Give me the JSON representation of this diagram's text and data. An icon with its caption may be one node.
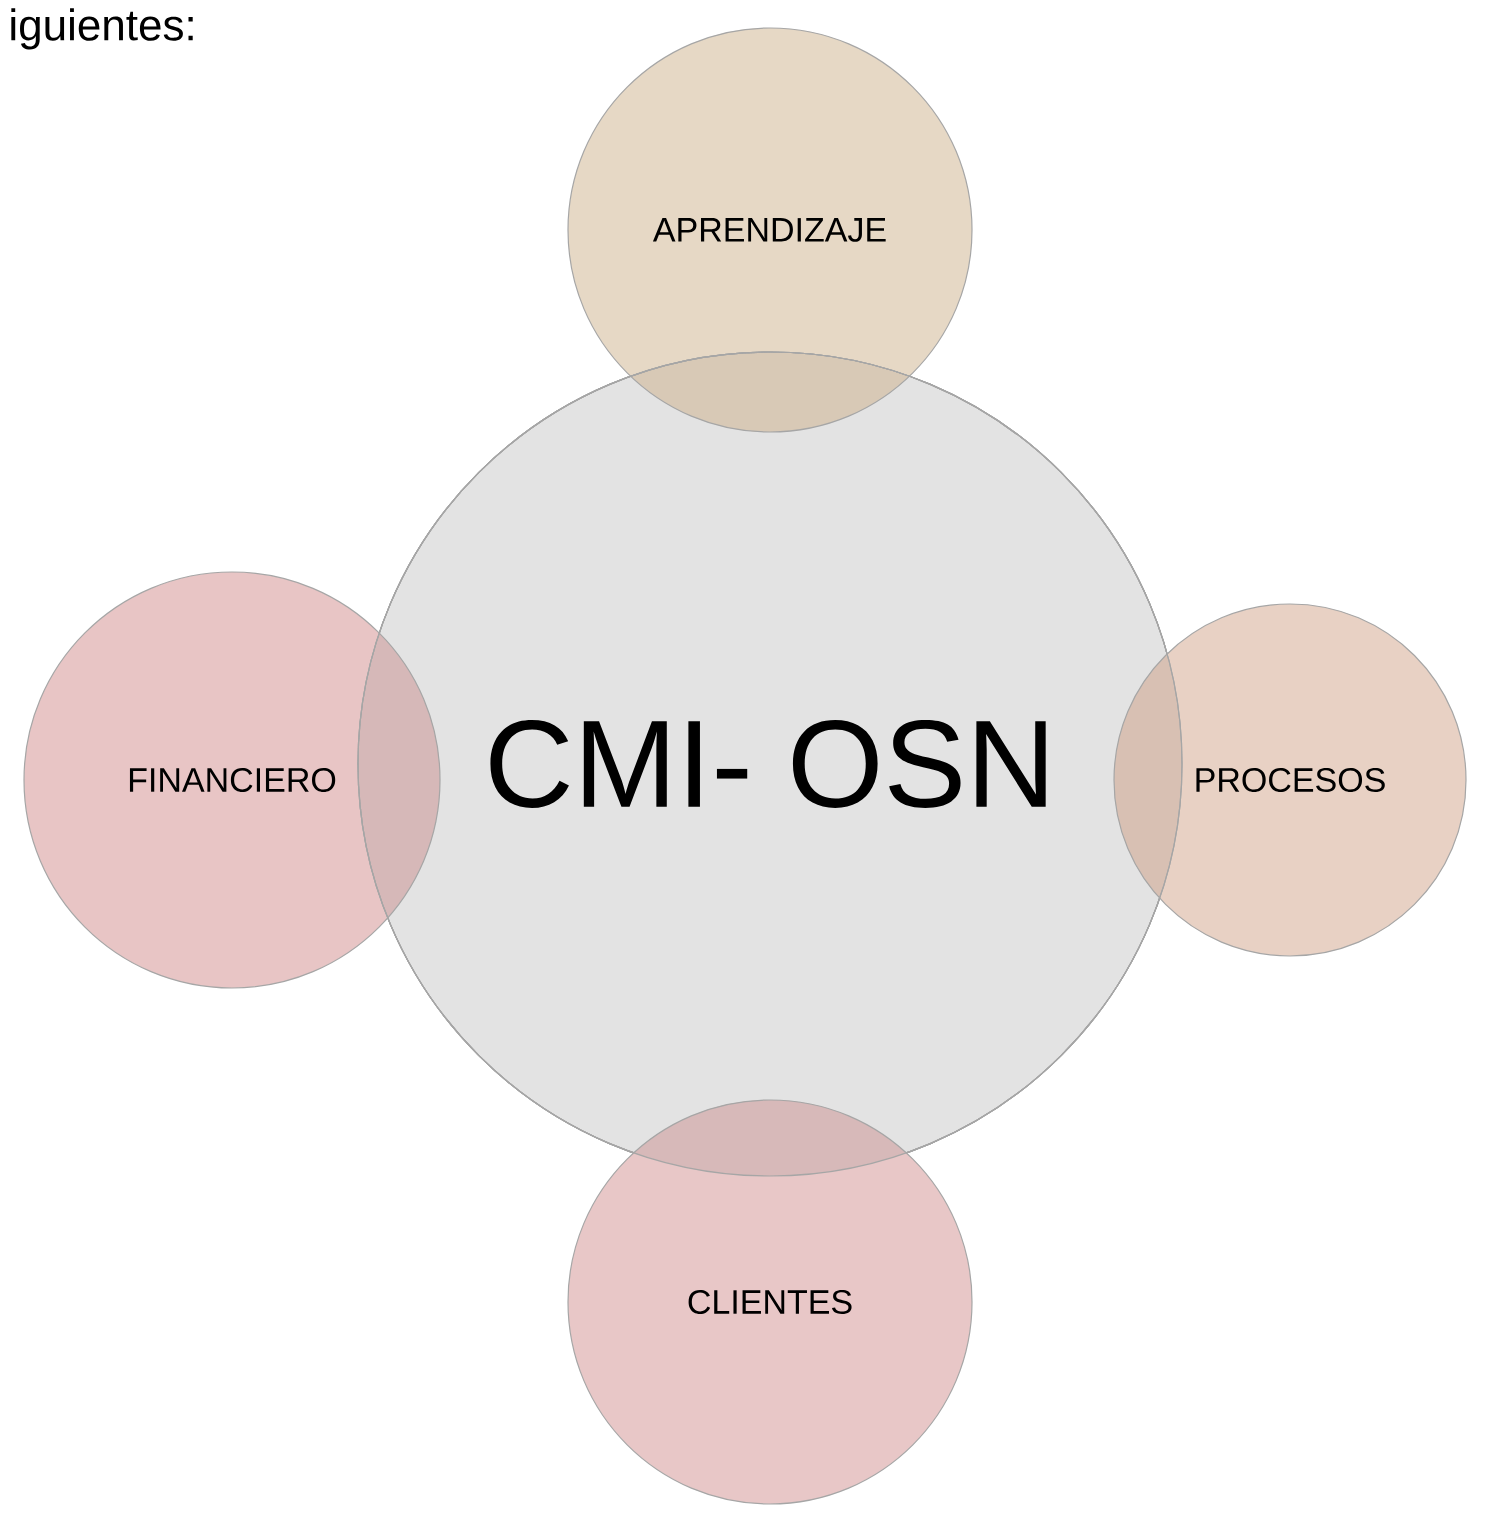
{
  "diagram": {
    "nodes": [
      {
        "text": [
          "APRENDIZAJE"
        ]
      },
      {
        "text": [
          "FINANCIERO"
        ]
      },
      {
        "text": [
          "CMI- OSN"
        ]
      },
      {
        "text": [
          "PROCESOS"
        ]
      },
      {
        "text": [
          "CLIENTES"
        ]
      }
    ],
    "labels": [
      "iguientes:"
    ]
  }
}
